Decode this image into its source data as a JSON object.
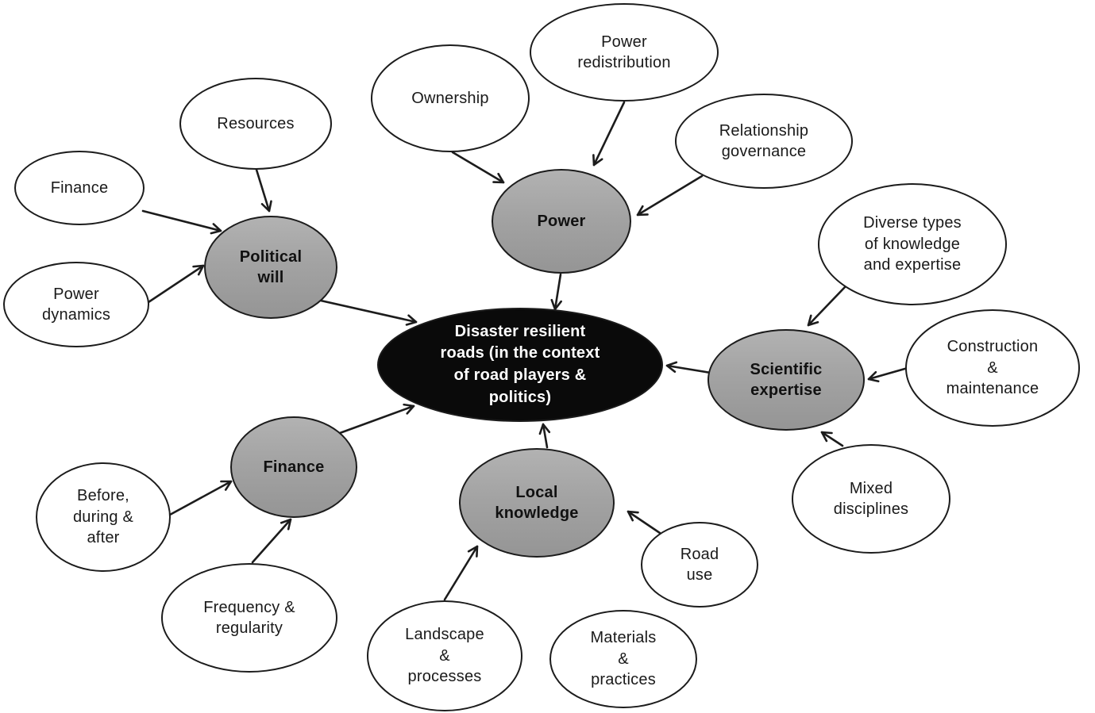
{
  "diagram": {
    "type": "concept-map",
    "background": "#ffffff"
  },
  "colors": {
    "stroke": "#1c1c1c",
    "white_node_fill": "#ffffff",
    "gray_node_fill": "#a3a3a3",
    "black_node_fill": "#0a0a0a",
    "text_dark": "#1a1a1a",
    "text_light": "#ffffff"
  },
  "nodes": {
    "center": {
      "label": "Disaster resilient\nroads (in the context\nof road players &\npolitics)",
      "kind": "black"
    },
    "political_will": {
      "label": "Political\nwill",
      "kind": "gray"
    },
    "power": {
      "label": "Power",
      "kind": "gray"
    },
    "scientific_expertise": {
      "label": "Scientific\nexpertise",
      "kind": "gray"
    },
    "finance_gray": {
      "label": "Finance",
      "kind": "gray"
    },
    "local_knowledge": {
      "label": "Local\nknowledge",
      "kind": "gray"
    },
    "resources": {
      "label": "Resources",
      "kind": "white"
    },
    "finance_top": {
      "label": "Finance",
      "kind": "white"
    },
    "power_dynamics": {
      "label": "Power\ndynamics",
      "kind": "white"
    },
    "ownership": {
      "label": "Ownership",
      "kind": "white"
    },
    "power_redistribution": {
      "label": "Power\nredistribution",
      "kind": "white"
    },
    "relationship_governance": {
      "label": "Relationship\ngovernance",
      "kind": "white"
    },
    "diverse_types": {
      "label": "Diverse types\nof knowledge\nand expertise",
      "kind": "white"
    },
    "construction_maintenance": {
      "label": "Construction\n&\nmaintenance",
      "kind": "white"
    },
    "mixed_disciplines": {
      "label": "Mixed\ndisciplines",
      "kind": "white"
    },
    "before_during_after": {
      "label": "Before,\nduring &\nafter",
      "kind": "white"
    },
    "frequency_regularity": {
      "label": "Frequency &\nregularity",
      "kind": "white"
    },
    "landscape_processes": {
      "label": "Landscape\n&\nprocesses",
      "kind": "white"
    },
    "materials_practices": {
      "label": "Materials\n&\npractices",
      "kind": "white"
    },
    "road_use": {
      "label": "Road\nuse",
      "kind": "white"
    }
  },
  "edges": [
    {
      "from": "resources",
      "to": "political_will"
    },
    {
      "from": "finance_top",
      "to": "political_will"
    },
    {
      "from": "power_dynamics",
      "to": "political_will"
    },
    {
      "from": "ownership",
      "to": "power"
    },
    {
      "from": "power_redistribution",
      "to": "power"
    },
    {
      "from": "relationship_governance",
      "to": "power"
    },
    {
      "from": "diverse_types",
      "to": "scientific_expertise"
    },
    {
      "from": "construction_maintenance",
      "to": "scientific_expertise"
    },
    {
      "from": "mixed_disciplines",
      "to": "scientific_expertise"
    },
    {
      "from": "before_during_after",
      "to": "finance_gray"
    },
    {
      "from": "frequency_regularity",
      "to": "finance_gray"
    },
    {
      "from": "landscape_processes",
      "to": "local_knowledge"
    },
    {
      "from": "road_use",
      "to": "local_knowledge"
    },
    {
      "from": "political_will",
      "to": "center"
    },
    {
      "from": "power",
      "to": "center"
    },
    {
      "from": "scientific_expertise",
      "to": "center"
    },
    {
      "from": "finance_gray",
      "to": "center"
    },
    {
      "from": "local_knowledge",
      "to": "center"
    }
  ]
}
